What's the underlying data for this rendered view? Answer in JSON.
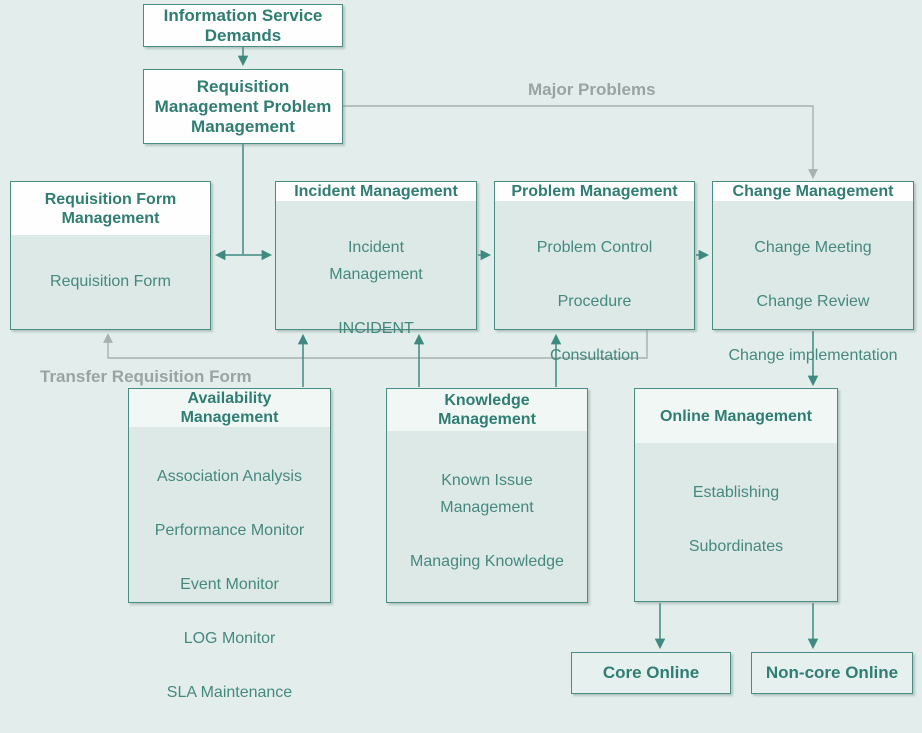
{
  "colors": {
    "background": "#e3eeec",
    "box_border": "#4a8c82",
    "box_body_fill": "#dde9e7",
    "box_header_fill": "#fefefe",
    "box_header_tinted_fill": "#f0f7f5",
    "title_text": "#2f7d73",
    "body_text": "#45887e",
    "gray_connector": "#a7b1b0",
    "gray_label_text": "#99a4a3",
    "teal_connector": "#3f8a80"
  },
  "labels": {
    "major_problems": "Major Problems",
    "transfer_requisition_form": "Transfer Requisition Form"
  },
  "boxes": {
    "info_demands": {
      "title": "Information Service\nDemands"
    },
    "req_mgmt": {
      "title": "Requisition\nManagement Problem\nManagement"
    },
    "req_form": {
      "title": "Requisition Form\nManagement",
      "items": [
        "Requisition Form"
      ]
    },
    "incident": {
      "title": "Incident Management",
      "items": [
        "Incident\nManagement",
        "INCIDENT"
      ]
    },
    "problem": {
      "title": "Problem Management",
      "items": [
        "Problem Control",
        "Procedure",
        "Consultation"
      ]
    },
    "change": {
      "title": "Change Management",
      "items": [
        "Change Meeting",
        "Change Review",
        "Change implementation"
      ]
    },
    "availability": {
      "title": "Availability\nManagement",
      "items": [
        "Association Analysis",
        "Performance Monitor",
        "Event Monitor",
        "LOG Monitor",
        "SLA Maintenance"
      ]
    },
    "knowledge": {
      "title": "Knowledge\nManagement",
      "items": [
        "Known Issue\nManagement",
        "Managing Knowledge"
      ]
    },
    "online": {
      "title": "Online Management",
      "items": [
        "Establishing",
        "Subordinates"
      ]
    },
    "core_online": {
      "title": "Core Online"
    },
    "noncore_online": {
      "title": "Non-core Online"
    }
  }
}
